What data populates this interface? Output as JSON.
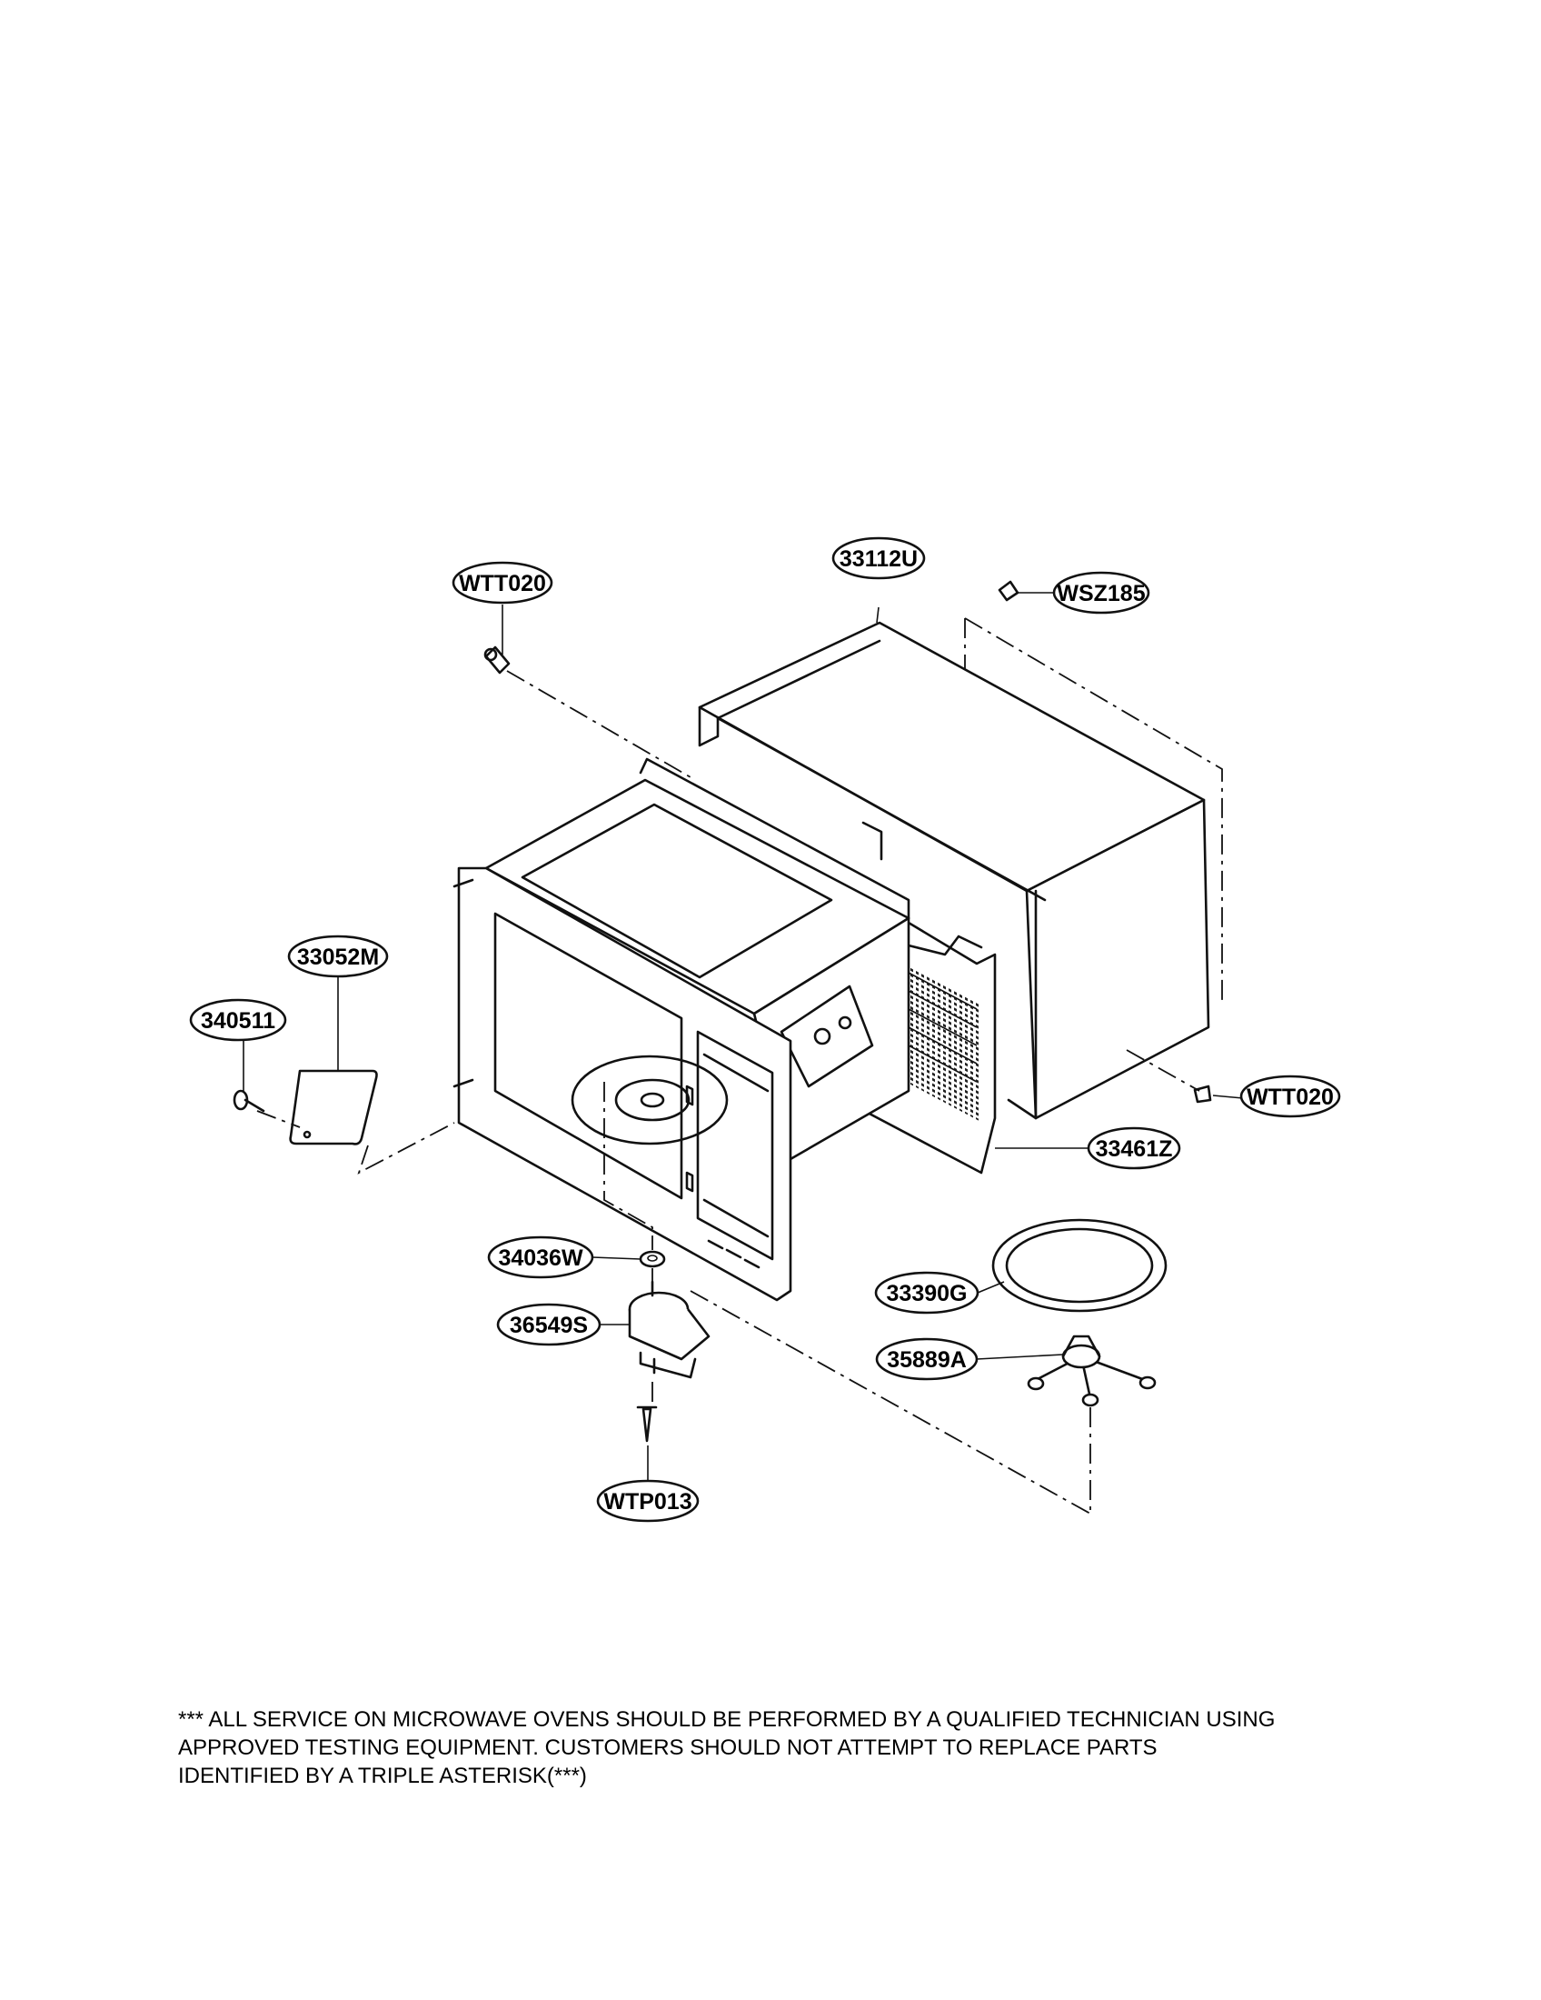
{
  "diagram": {
    "parts": {
      "p_33112U": "33112U",
      "p_WTT020_top": "WTT020",
      "p_WSZ185": "WSZ185",
      "p_33052M": "33052M",
      "p_340511": "340511",
      "p_WTT020_right": "WTT020",
      "p_33461Z": "33461Z",
      "p_34036W": "34036W",
      "p_36549S": "36549S",
      "p_33390G": "33390G",
      "p_35889A": "35889A",
      "p_WTP013": "WTP013"
    }
  },
  "note": {
    "text": "*** ALL SERVICE ON MICROWAVE OVENS SHOULD BE PERFORMED BY A QUALIFIED TECHNICIAN USING\n      APPROVED TESTING EQUIPMENT. CUSTOMERS SHOULD NOT ATTEMPT TO REPLACE PARTS\n      IDENTIFIED BY A TRIPLE ASTERISK(***)"
  }
}
